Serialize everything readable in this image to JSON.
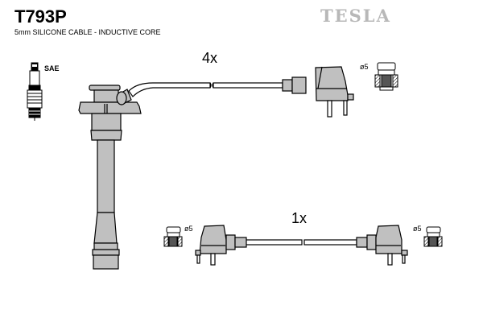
{
  "header": {
    "part_number": "T793P",
    "description": "5mm SILICONE CABLE - INDUCTIVE CORE",
    "brand": "TESLA"
  },
  "spark_plug": {
    "standard_label": "SAE"
  },
  "cable_sets": [
    {
      "quantity_label": "4x",
      "terminal_diameter_label": "ø5"
    },
    {
      "quantity_label": "1x",
      "left_terminal_diameter_label": "ø5",
      "right_terminal_diameter_label": "ø5"
    }
  ],
  "colors": {
    "part_fill": "#c0c0c0",
    "outline": "#000000",
    "brand_gray": "#b8b8b8"
  }
}
